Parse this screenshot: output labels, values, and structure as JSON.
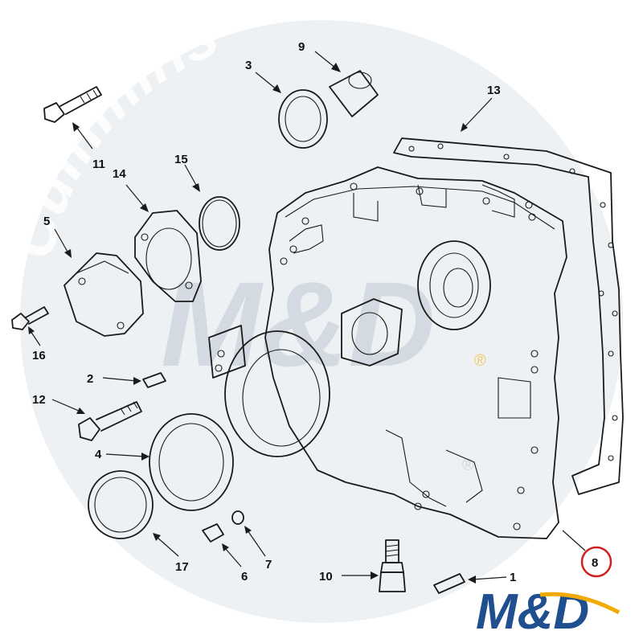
{
  "diagram": {
    "watermark": {
      "brand_arc": "Cummins",
      "logo_center": "M&D",
      "registered": "®",
      "colors": {
        "circle": "#eef1f4",
        "grey": "#cfd6de",
        "gold": "#f2c75c"
      }
    },
    "corner_logo": {
      "text": "M&D",
      "colors": {
        "blue": "#1f4f8f",
        "gold": "#f2a900"
      }
    },
    "highlight": {
      "part_number": "8",
      "ring_color": "#d11f1f"
    },
    "callouts": [
      "1",
      "2",
      "3",
      "4",
      "5",
      "6",
      "7",
      "8",
      "9",
      "10",
      "11",
      "12",
      "13",
      "14",
      "15",
      "16",
      "17"
    ],
    "parts": [
      {
        "id": "1",
        "depiction": "dowel pin"
      },
      {
        "id": "2",
        "depiction": "dowel pin"
      },
      {
        "id": "3",
        "depiction": "oil seal"
      },
      {
        "id": "4",
        "depiction": "oil seal"
      },
      {
        "id": "5",
        "depiction": "cover plate"
      },
      {
        "id": "6",
        "depiction": "plug"
      },
      {
        "id": "7",
        "depiction": "o-ring"
      },
      {
        "id": "8",
        "depiction": "gear housing"
      },
      {
        "id": "9",
        "depiction": "bushing"
      },
      {
        "id": "10",
        "depiction": "cap screw"
      },
      {
        "id": "11",
        "depiction": "cap screw"
      },
      {
        "id": "12",
        "depiction": "cap screw"
      },
      {
        "id": "13",
        "depiction": "gasket"
      },
      {
        "id": "14",
        "depiction": "gasket"
      },
      {
        "id": "15",
        "depiction": "o-ring"
      },
      {
        "id": "16",
        "depiction": "cap screw"
      },
      {
        "id": "17",
        "depiction": "seal"
      }
    ]
  }
}
